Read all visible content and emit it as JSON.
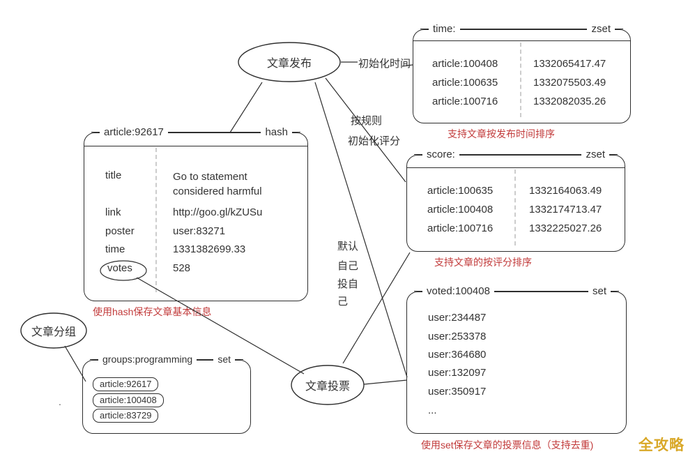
{
  "watermark": "全攻略",
  "nodes": {
    "publish": "文章发布",
    "group": "文章分组",
    "vote": "文章投票"
  },
  "edge_labels": {
    "init_time": "初始化时间",
    "init_score_line1": "按规则",
    "init_score_line2": "初始化评分",
    "self_vote_line1": "默认",
    "self_vote_line2": "自己",
    "self_vote_line3": "投自",
    "self_vote_line4": "己",
    "stray_dot": "."
  },
  "boxes": {
    "time": {
      "key": "time:",
      "type": "zset",
      "rows": [
        {
          "member": "article:100408",
          "score": "1332065417.47"
        },
        {
          "member": "article:100635",
          "score": "1332075503.49"
        },
        {
          "member": "article:100716",
          "score": "1332082035.26"
        }
      ],
      "caption": "支持文章按发布时间排序"
    },
    "score": {
      "key": "score:",
      "type": "zset",
      "rows": [
        {
          "member": "article:100635",
          "score": "1332164063.49"
        },
        {
          "member": "article:100408",
          "score": "1332174713.47"
        },
        {
          "member": "article:100716",
          "score": "1332225027.26"
        }
      ],
      "caption": "支持文章的按评分排序"
    },
    "hash": {
      "key": "article:92617",
      "type": "hash",
      "fields": [
        {
          "k": "title",
          "v": "Go to statement considered harmful"
        },
        {
          "k": "link",
          "v": "http://goo.gl/kZUSu"
        },
        {
          "k": "poster",
          "v": "user:83271"
        },
        {
          "k": "time",
          "v": "1331382699.33"
        },
        {
          "k": "votes",
          "v": "528"
        }
      ],
      "caption": "使用hash保存文章基本信息"
    },
    "voted": {
      "key": "voted:100408",
      "type": "set",
      "members": [
        "user:234487",
        "user:253378",
        "user:364680",
        "user:132097",
        "user:350917",
        "..."
      ],
      "caption": "使用set保存文章的投票信息（支持去重)"
    },
    "groups": {
      "key": "groups:programming",
      "type": "set",
      "members": [
        "article:92617",
        "article:100408",
        "article:83729"
      ]
    }
  },
  "colors": {
    "red": "#c23b3b",
    "gold": "#d9a828",
    "stroke": "#2e2e2e"
  }
}
